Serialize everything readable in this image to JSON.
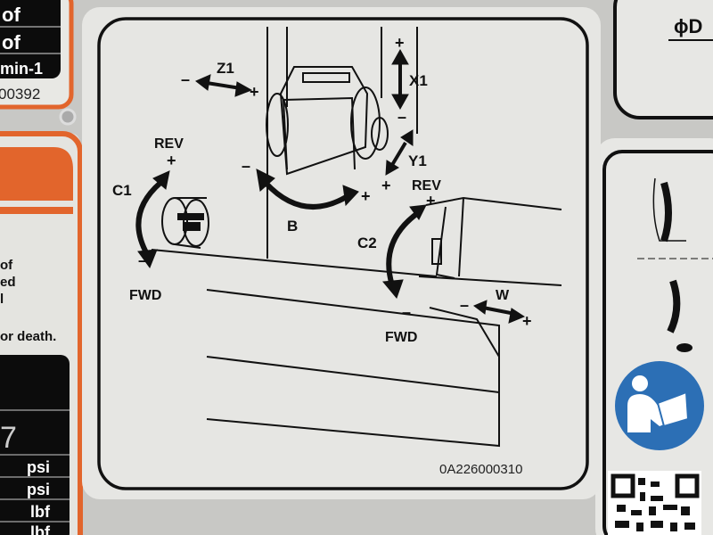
{
  "left_labels": {
    "top_rows": [
      "of",
      "of",
      "min-1"
    ],
    "part_number": "00392",
    "warning_lines": [
      "of",
      "ed",
      "l",
      "or death."
    ],
    "spec_rows": [
      "7",
      "psi",
      "psi",
      "lbf",
      "lbf"
    ]
  },
  "right_labels": {
    "diameter_label": "ϕD",
    "icon": "read-manual-icon"
  },
  "main_label": {
    "axes": {
      "z1": {
        "name": "Z1",
        "minus": "–",
        "plus": "+"
      },
      "x1": {
        "name": "X1",
        "minus": "–",
        "plus": "+"
      },
      "y1": {
        "name": "Y1",
        "plus": "+"
      },
      "b": {
        "name": "B",
        "minus": "–",
        "plus": "+"
      },
      "c1": {
        "name": "C1",
        "rev": "REV",
        "plus": "+",
        "minus": "–",
        "fwd": "FWD"
      },
      "c2": {
        "name": "C2",
        "rev": "REV",
        "plus": "+",
        "minus": "–",
        "fwd": "FWD"
      },
      "w": {
        "name": "W",
        "minus": "–",
        "plus": "+"
      }
    },
    "part_number": "0A226000310"
  },
  "colors": {
    "orange": "#e2652c",
    "blue": "#2c6fb5",
    "label_bg": "#e6e6e3",
    "panel": "#c8c8c5"
  }
}
